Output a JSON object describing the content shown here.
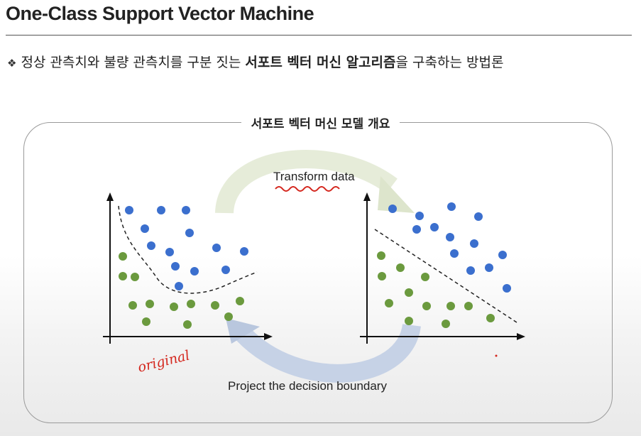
{
  "slide": {
    "title": "One-Class Support Vector Machine",
    "bullet_icon": "diamond-bullet-icon",
    "bullet_prefix": "정상 관측치와 불량 관측치를 구분 짓는 ",
    "bullet_bold": "서포트 벡터 머신 알고리즘",
    "bullet_suffix": "을 구축하는 방법론"
  },
  "panel": {
    "title": "서포트 벡터 머신 모델 개요"
  },
  "labels": {
    "transform": "Transform data",
    "project": "Project the decision boundary",
    "handwritten": "original"
  },
  "colors": {
    "blue": "#3b6fce",
    "green": "#6b9a3e",
    "annotation_red": "#d4271e",
    "arrow_top": "#dfe8cf",
    "arrow_bottom": "#b6c5de"
  },
  "chart_data": [
    {
      "type": "scatter",
      "name_hint": "left",
      "series": [
        {
          "color": "blue",
          "points": [
            [
              27,
              178
            ],
            [
              72,
              178
            ],
            [
              107,
              178
            ],
            [
              49,
              152
            ],
            [
              112,
              146
            ],
            [
              58,
              128
            ],
            [
              84,
              119
            ],
            [
              150,
              125
            ],
            [
              189,
              120
            ],
            [
              92,
              99
            ],
            [
              119,
              92
            ],
            [
              163,
              94
            ],
            [
              97,
              71
            ]
          ]
        },
        {
          "color": "green",
          "points": [
            [
              18,
              113
            ],
            [
              18,
              85
            ],
            [
              35,
              84
            ],
            [
              56,
              46
            ],
            [
              32,
              44
            ],
            [
              90,
              42
            ],
            [
              114,
              46
            ],
            [
              148,
              44
            ],
            [
              183,
              50
            ],
            [
              167,
              28
            ],
            [
              51,
              21
            ],
            [
              109,
              17
            ]
          ]
        }
      ],
      "boundary": "curved dashed"
    },
    {
      "type": "scatter",
      "name_hint": "right",
      "series": [
        {
          "color": "blue",
          "points": [
            [
              36,
              180
            ],
            [
              74,
              170
            ],
            [
              119,
              183
            ],
            [
              157,
              169
            ],
            [
              70,
              151
            ],
            [
              95,
              154
            ],
            [
              117,
              140
            ],
            [
              151,
              131
            ],
            [
              123,
              117
            ],
            [
              191,
              115
            ],
            [
              146,
              93
            ],
            [
              172,
              97
            ],
            [
              197,
              68
            ]
          ]
        },
        {
          "color": "green",
          "points": [
            [
              20,
              114
            ],
            [
              21,
              85
            ],
            [
              47,
              97
            ],
            [
              82,
              84
            ],
            [
              59,
              62
            ],
            [
              31,
              47
            ],
            [
              84,
              43
            ],
            [
              118,
              43
            ],
            [
              143,
              43
            ],
            [
              59,
              22
            ],
            [
              111,
              18
            ],
            [
              174,
              26
            ]
          ]
        }
      ],
      "boundary": "straight dashed"
    }
  ]
}
